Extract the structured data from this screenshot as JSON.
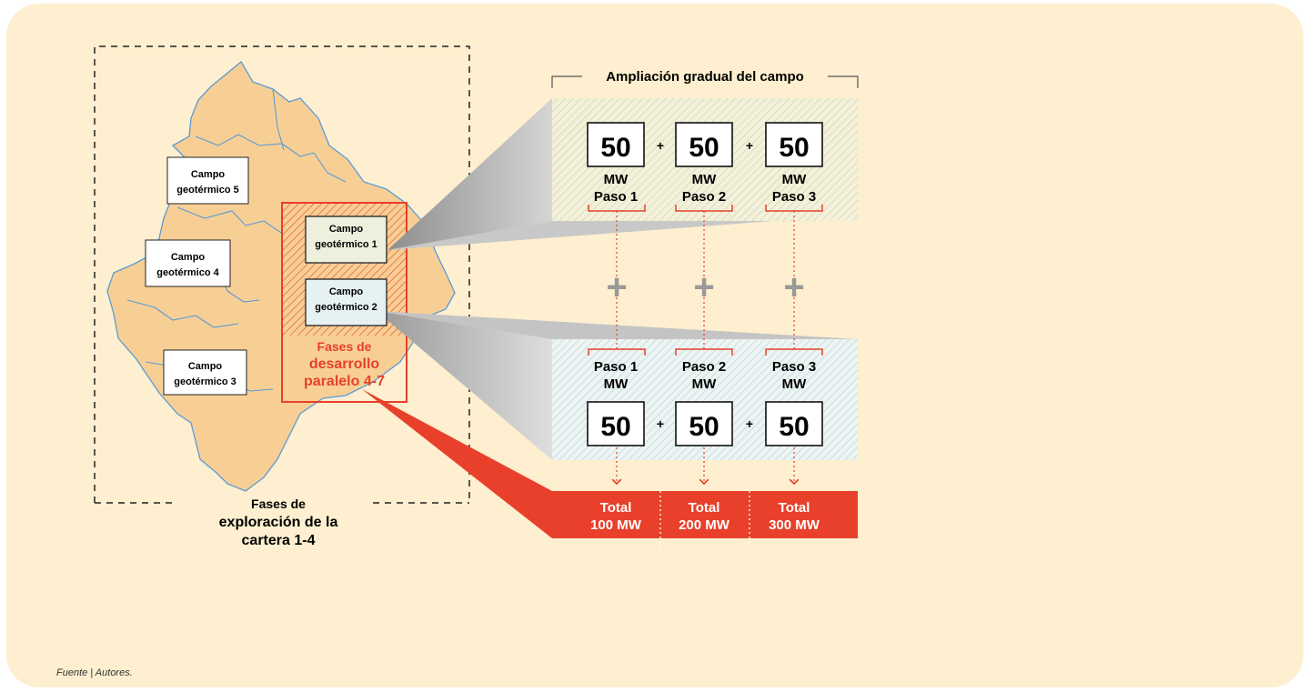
{
  "colors": {
    "background": "#fdefcf",
    "map_fill": "#f7cf95",
    "map_border": "#5b9bd5",
    "accent_red": "#e8402a",
    "plus_gray": "#999999",
    "top_box_fill": "#f3f0dc",
    "bottom_box_fill": "#e9f1f3"
  },
  "map": {
    "fields": [
      {
        "line1": "Campo",
        "line2": "geotérmico 5"
      },
      {
        "line1": "Campo",
        "line2": "geotérmico 4"
      },
      {
        "line1": "Campo",
        "line2": "geotérmico 3"
      },
      {
        "line1": "Campo",
        "line2": "geotérmico 1"
      },
      {
        "line1": "Campo",
        "line2": "geotérmico 2"
      }
    ],
    "parallel_label": {
      "line1": "Fases de",
      "line2": "desarrollo",
      "line3": "paralelo 4-7"
    },
    "exploration_label": {
      "line1": "Fases de",
      "line2": "exploración de la",
      "line3": "cartera 1-4"
    }
  },
  "expansion": {
    "title": "Ampliación gradual del campo",
    "top": {
      "values": [
        "50",
        "50",
        "50"
      ],
      "units": [
        "MW",
        "MW",
        "MW"
      ],
      "steps": [
        "Paso 1",
        "Paso 2",
        "Paso 3"
      ],
      "plus": [
        "+",
        "+"
      ]
    },
    "middle_plus": [
      "+",
      "+",
      "+"
    ],
    "bottom": {
      "steps": [
        "Paso 1",
        "Paso 2",
        "Paso 3"
      ],
      "units": [
        "MW",
        "MW",
        "MW"
      ],
      "values": [
        "50",
        "50",
        "50"
      ],
      "plus": [
        "+",
        "+"
      ]
    },
    "totals": [
      {
        "label": "Total",
        "value": "100 MW"
      },
      {
        "label": "Total",
        "value": "200 MW"
      },
      {
        "label": "Total",
        "value": "300 MW"
      }
    ]
  },
  "source": "Fuente | Autores.",
  "icons": {
    "arrow": "arrow-down-icon",
    "plus": "plus-icon"
  }
}
